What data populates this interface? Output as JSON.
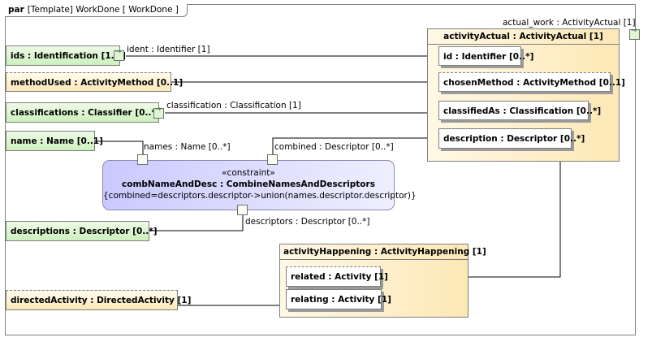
{
  "frame": {
    "keyword": "par",
    "title": "[Template] WorkDone [ WorkDone ]"
  },
  "parts": {
    "ids": "ids : Identification [1..*]",
    "method_used": "methodUsed : ActivityMethod [0..1]",
    "classifications": "classifications : Classifier [0..*]",
    "name": "name : Name [0..1]",
    "descriptions": "descriptions : Descriptor [0..*]",
    "directed_activity": "directedActivity : DirectedActivity [1]"
  },
  "activity_actual": {
    "port_label": "actual_work : ActivityActual [1]",
    "title": "activityActual : ActivityActual [1]",
    "id": "id : Identifier [0..*]",
    "chosen_method": "chosenMethod : ActivityMethod [0..1]",
    "classified_as": "classifiedAs : Classification [0..*]",
    "description": "description : Descriptor [0..*]"
  },
  "activity_happening": {
    "title": "activityHappening : ActivityHappening [1]",
    "related": "related : Activity [1]",
    "relating": "relating : Activity [1]"
  },
  "constraint": {
    "stereotype": "«constraint»",
    "name": "combNameAndDesc : CombineNamesAndDescriptors",
    "expression": "{combined=descriptors.descriptor->union(names.descriptor.descriptor)}"
  },
  "connector_labels": {
    "ident": "ident : Identifier [1]",
    "classification": "classification : Classification [1]",
    "names": "names : Name [0..*]",
    "combined": "combined : Descriptor [0..*]",
    "descriptors": "descriptors : Descriptor [0..*]"
  }
}
